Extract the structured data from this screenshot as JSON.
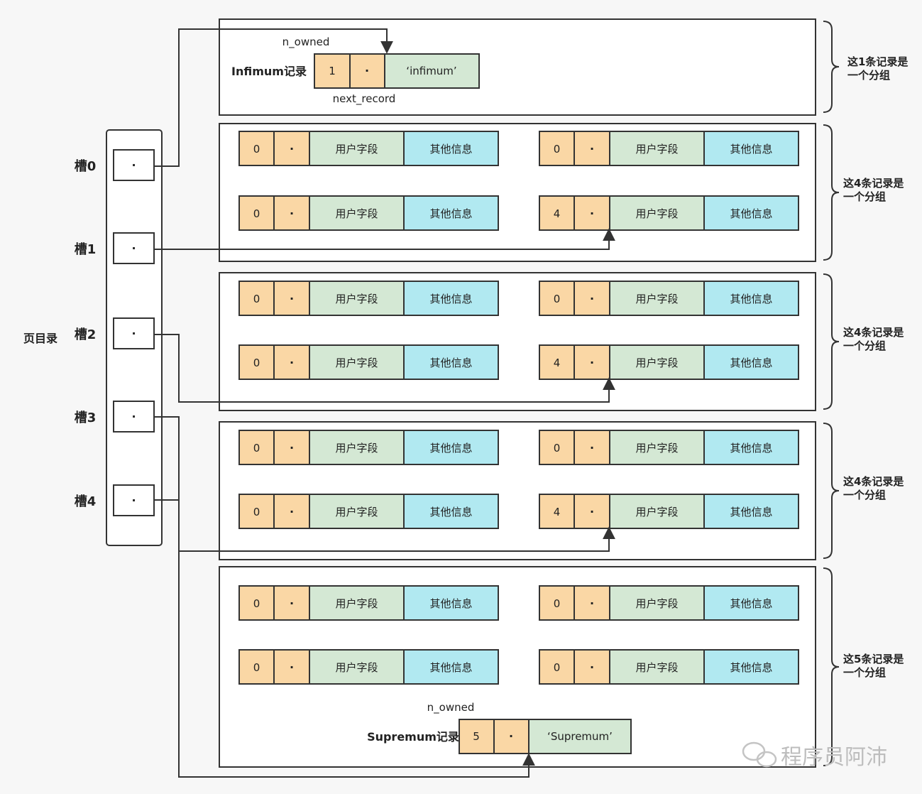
{
  "page_directory_label": "页目录",
  "slots": [
    {
      "label": "槽0",
      "pointer": "·"
    },
    {
      "label": "槽1",
      "pointer": "·"
    },
    {
      "label": "槽2",
      "pointer": "·"
    },
    {
      "label": "槽3",
      "pointer": "·"
    },
    {
      "label": "槽4",
      "pointer": "·"
    }
  ],
  "infimum": {
    "title": "Infimum记录",
    "n_owned_label": "n_owned",
    "next_record_label": "next_record",
    "n_owned": "1",
    "pointer": "·",
    "value": "‘infimum’"
  },
  "supremum": {
    "title": "Supremum记录",
    "n_owned_label": "n_owned",
    "n_owned": "5",
    "pointer": "·",
    "value": "‘Supremum’"
  },
  "record_fields": {
    "pointer": "·",
    "user_fields": "用户字段",
    "other_info": "其他信息"
  },
  "groups": [
    {
      "n_owned": [
        "0",
        "0",
        "0",
        "4"
      ],
      "brace_label": [
        "这4条记录是",
        "一个分组"
      ]
    },
    {
      "n_owned": [
        "0",
        "0",
        "0",
        "4"
      ],
      "brace_label": [
        "这4条记录是",
        "一个分组"
      ]
    },
    {
      "n_owned": [
        "0",
        "0",
        "0",
        "4"
      ],
      "brace_label": [
        "这4条记录是",
        "一个分组"
      ]
    },
    {
      "n_owned": [
        "0",
        "0",
        "0",
        "0"
      ],
      "brace_label": [
        "这5条记录是",
        "一个分组"
      ]
    }
  ],
  "infimum_brace_label": [
    "这1条记录是",
    "一个分组"
  ],
  "watermark": "程序员阿沛",
  "colors": {
    "n_owned_fill": "#fad7a5",
    "user_fields_fill": "#d4e8d4",
    "other_info_fill": "#b1e9f1",
    "stroke": "#333333"
  }
}
